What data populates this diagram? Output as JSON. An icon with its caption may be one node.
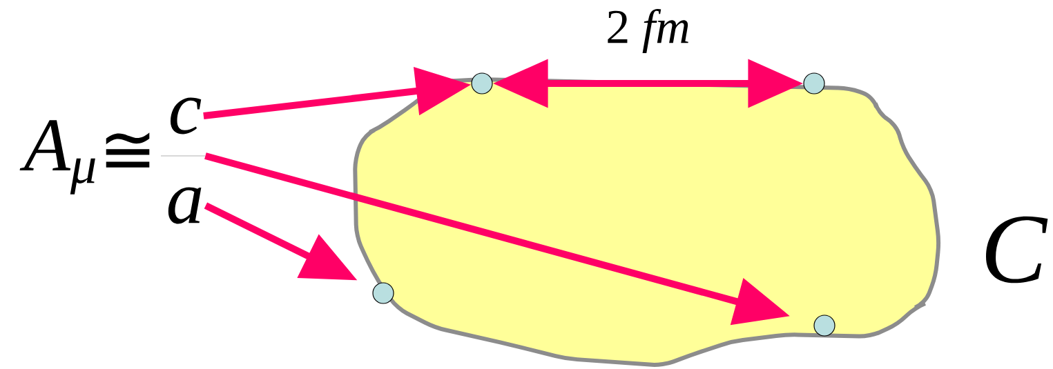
{
  "diagram": {
    "nodes": [
      {
        "text": [
          "c"
        ]
      },
      {
        "text": [],
        "shape": "bar"
      },
      {
        "text": [
          "a"
        ]
      },
      {
        "text": [],
        "shape": "circle"
      },
      {
        "text": [],
        "shape": "circle"
      },
      {
        "text": [],
        "shape": "circle"
      },
      {
        "text": [],
        "shape": "circle"
      }
    ],
    "edges": [
      {
        "from": 0,
        "to": 3,
        "arrow": "to"
      },
      {
        "from": 1,
        "to": 6,
        "arrow": "to"
      },
      {
        "from": 2,
        "to": 4,
        "arrow": "to"
      },
      {
        "from": 3,
        "to": 5,
        "arrow": "both",
        "label": "2 *fm*"
      }
    ],
    "labels": [
      "A$_{μ}$",
      "≅",
      "C"
    ]
  }
}
